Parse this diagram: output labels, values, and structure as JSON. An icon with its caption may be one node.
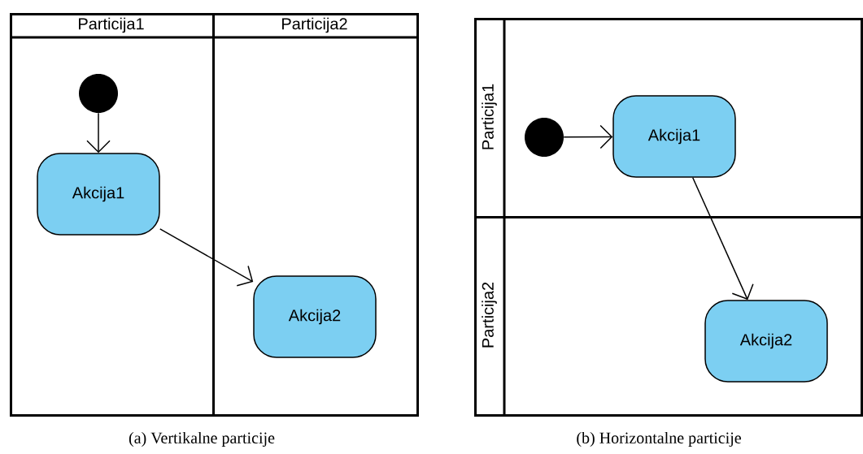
{
  "diagram": {
    "nodes": [
      {
        "text": [
          "Particija1"
        ]
      },
      {
        "text": [
          "Particija2"
        ]
      },
      {
        "text": [],
        "shape": "circle",
        "in": 0
      },
      {
        "text": [
          "Akcija1"
        ],
        "in": 0
      },
      {
        "text": [
          "Akcija2"
        ],
        "in": 1
      },
      {
        "text": [
          "Particija1"
        ]
      },
      {
        "text": [
          "Particija2"
        ]
      },
      {
        "text": [],
        "shape": "circle",
        "in": 5
      },
      {
        "text": [
          "Akcija1"
        ],
        "in": 5
      },
      {
        "text": [
          "Akcija2"
        ],
        "in": 6
      }
    ],
    "edges": [
      {
        "from": 2,
        "to": 3,
        "arrow": "to"
      },
      {
        "from": 3,
        "to": 4,
        "arrow": "to"
      },
      {
        "from": 7,
        "to": 8,
        "arrow": "to"
      },
      {
        "from": 8,
        "to": 9,
        "arrow": "to"
      }
    ],
    "labels": [
      "(a) Vertikalne particije",
      "(b) Horizontalne particije"
    ]
  }
}
